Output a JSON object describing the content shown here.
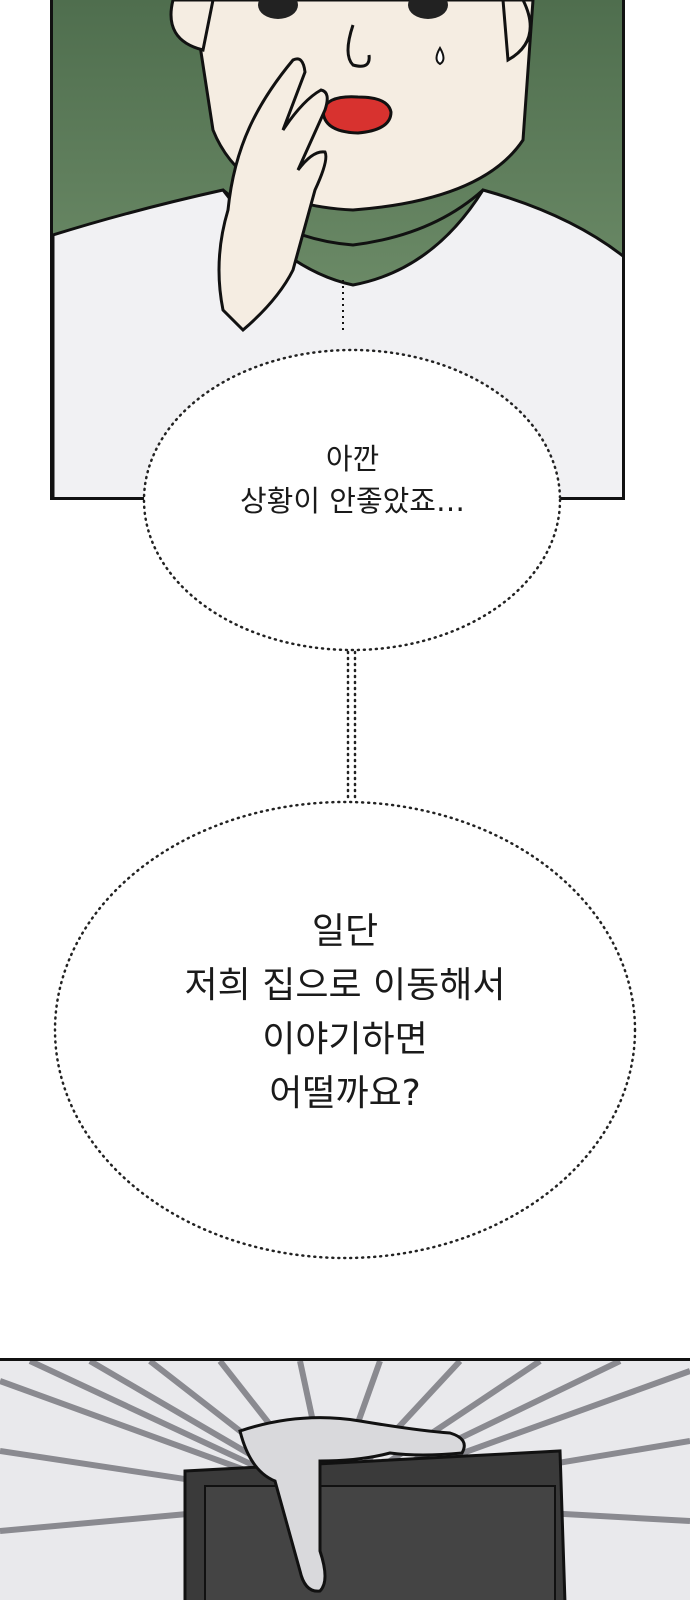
{
  "panels": [
    {
      "id": "top",
      "description_icon": "character-face-icon"
    },
    {
      "id": "bottom",
      "description_icon": "hand-on-bag-icon"
    }
  ],
  "bubbles": [
    {
      "lines": [
        "아깐",
        "상황이 안좋았죠…"
      ]
    },
    {
      "lines": [
        "일단",
        "저희 집으로 이동해서",
        "이야기하면",
        "어떨까요?"
      ]
    }
  ],
  "colors": {
    "background_green": "#5f7f5a",
    "mouth_red": "#d8322f",
    "shirt": "#f1f1f3",
    "skin": "#f5ede2",
    "bag": "#3a3a3a"
  }
}
